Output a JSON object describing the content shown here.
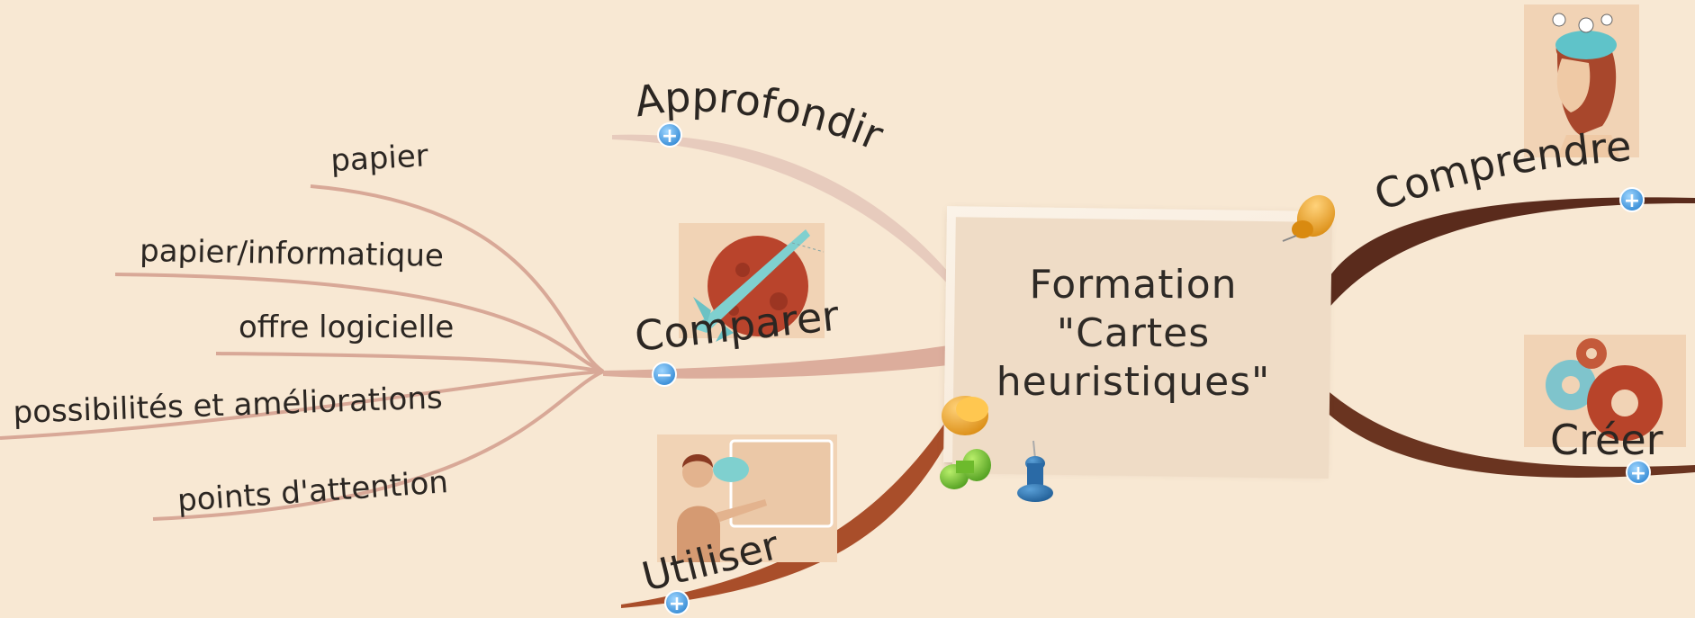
{
  "central": {
    "line1": "Formation",
    "line2": "\"Cartes",
    "line3": "heuristiques\""
  },
  "branches": {
    "approfondir": {
      "label": "Approfondir",
      "toggle": "+"
    },
    "comparer": {
      "label": "Comparer",
      "toggle": "−"
    },
    "utiliser": {
      "label": "Utiliser",
      "toggle": "+"
    },
    "comprendre": {
      "label": "Comprendre",
      "toggle": "+"
    },
    "creer": {
      "label": "Créer",
      "toggle": "+"
    }
  },
  "comparer_children": [
    {
      "label": "papier"
    },
    {
      "label": "papier/informatique"
    },
    {
      "label": "offre logicielle"
    },
    {
      "label": "possibilités et améliorations"
    },
    {
      "label": "points d'attention"
    }
  ],
  "icons": {
    "comparer": "rocket-planet-icon",
    "utiliser": "presenter-board-icon",
    "comprendre": "lightbulb-head-icon",
    "creer": "gears-icon",
    "pins": "pushpin-icon"
  },
  "colors": {
    "background": "#f8e8d3",
    "approfondir_branch": "#e7cbbd",
    "comparer_branch": "#dcad9c",
    "utiliser_branch": "#a94e2a",
    "comprendre_branch": "#5a2b1c",
    "creer_branch": "#6a3420",
    "toggle_blue": "#3d9ce0"
  }
}
